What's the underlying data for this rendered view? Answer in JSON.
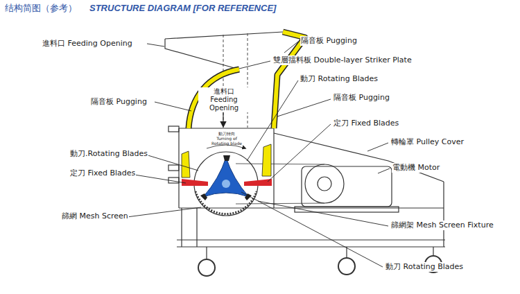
{
  "diagram": {
    "title": "结构简图（参考）",
    "labels": [
      "STRUCTURE DIAGRAM [FOR REFERENCE]",
      "進料口 Feeding Opening",
      "隔音板 Pugging",
      "雙層擋料板 Double-layer Striker Plate",
      "動刀 Rotating Blades",
      "進料口 Feeding Opening",
      "隔音板 Pugging",
      "隔音板 Pugging",
      "定刀 Fixed Blades",
      "動刀转向",
      "Turning of Rotating blade",
      "轉輪罩 Pulley Cover",
      "動刀.Rotating Blades",
      "電動機 Motor",
      "定刀 Fixed Blades",
      "篩網 Mesh Screen",
      "篩網架 Mesh Screen Fixture",
      "動刀 Rotating Blades"
    ]
  }
}
